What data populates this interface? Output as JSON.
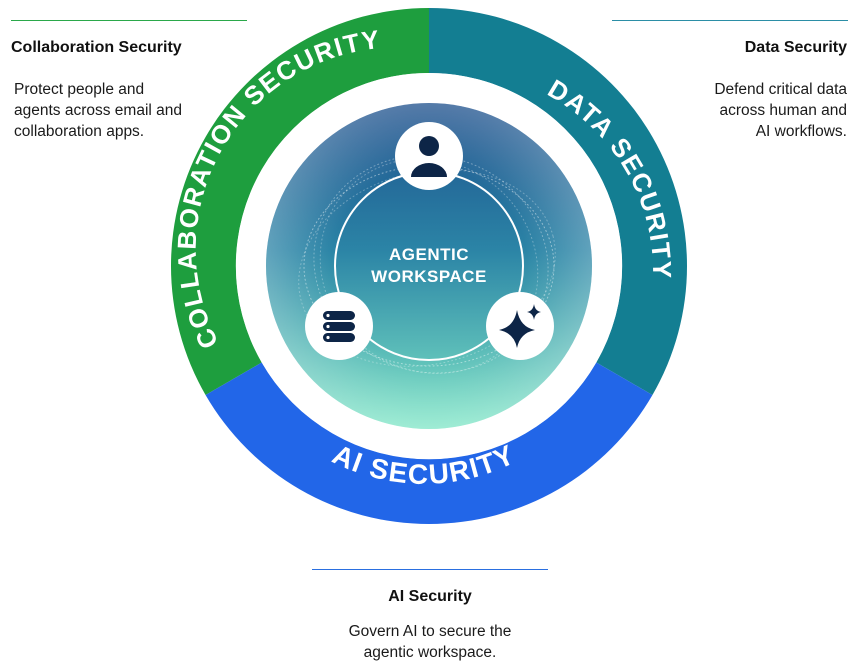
{
  "center": {
    "line1": "AGENTIC",
    "line2": "WORKSPACE"
  },
  "segments": {
    "collaboration": {
      "ring_label": "COLLABORATION SECURITY",
      "color": "#1e9e3e",
      "heading": "Collaboration Security",
      "desc_lines": [
        "Protect people and",
        "agents across email and",
        "collaboration apps."
      ]
    },
    "data": {
      "ring_label": "DATA SECURITY",
      "color": "#137e92",
      "heading": "Data Security",
      "desc_lines": [
        "Defend critical data",
        "across human and",
        "AI workflows."
      ]
    },
    "ai": {
      "ring_label": "AI SECURITY",
      "color": "#2266e8",
      "heading": "AI Security",
      "desc_lines": [
        "Govern AI to secure the",
        "agentic workspace."
      ]
    }
  },
  "icons": {
    "top": "user-icon",
    "left": "database-icon",
    "right": "sparkle-icon"
  }
}
